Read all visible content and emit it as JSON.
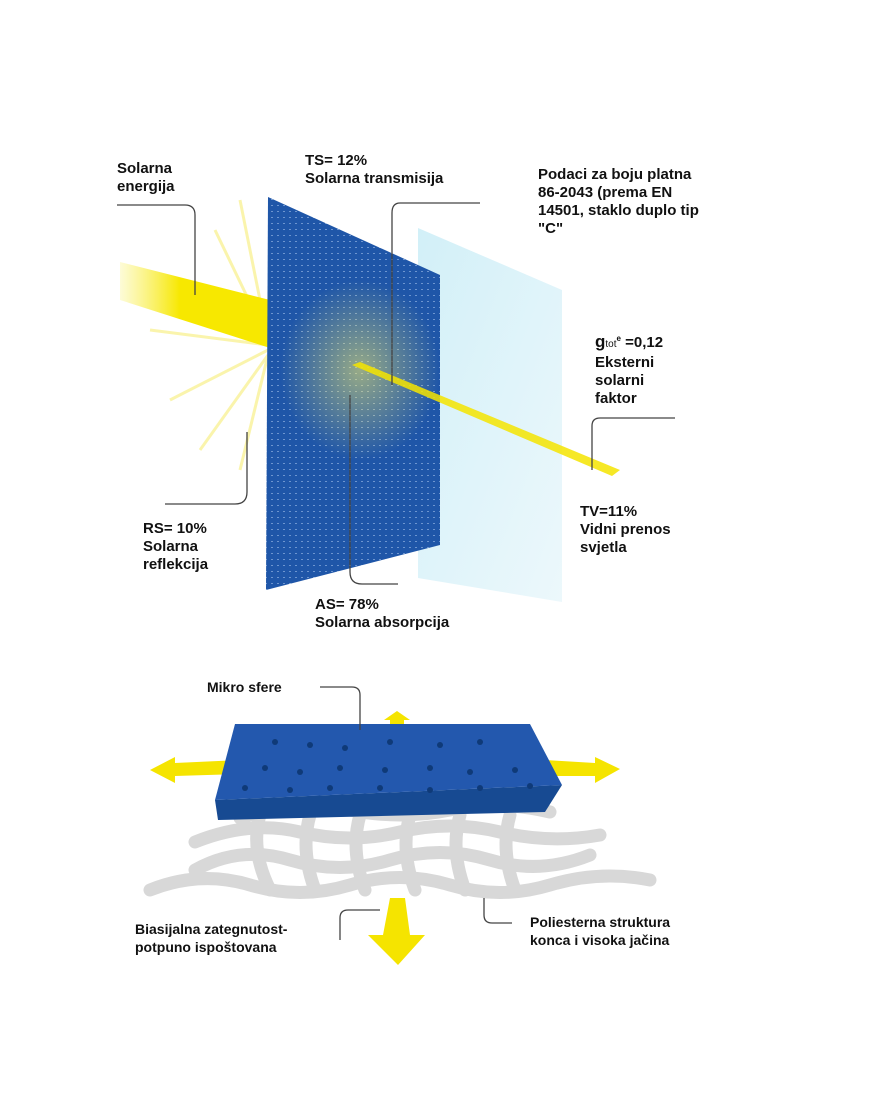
{
  "top_diagram": {
    "solar_energy": [
      "Solarna",
      "energija"
    ],
    "ts": [
      "TS= 12%",
      "Solarna transmisija"
    ],
    "fabric_data": [
      "Podaci za boju platna",
      "86-2043 (prema EN",
      "14501, staklo duplo tip",
      "\"C\""
    ],
    "gtot": {
      "symbol": "g",
      "subscript": "tot",
      "superscript": "e",
      "value": " =0,12",
      "lines": [
        "Eksterni",
        "solarni",
        "faktor"
      ]
    },
    "tv": [
      "TV=11%",
      "Vidni prenos",
      "svjetla"
    ],
    "rs": [
      "RS= 10%",
      "Solarna",
      "reflekcija"
    ],
    "as": [
      "AS= 78%",
      "Solarna absorpcija"
    ]
  },
  "bottom_diagram": {
    "micro_spheres": "Mikro sfere",
    "biaxial": [
      "Biasijalna zategnutost-",
      "potpuno ispoštovana"
    ],
    "polyester": [
      "Poliesterna struktura",
      "konca i visoka jačina"
    ]
  },
  "colors": {
    "fabric_blue": "#1f56a8",
    "beam_yellow": "#f5e400",
    "glass": "#bfe6f2"
  }
}
